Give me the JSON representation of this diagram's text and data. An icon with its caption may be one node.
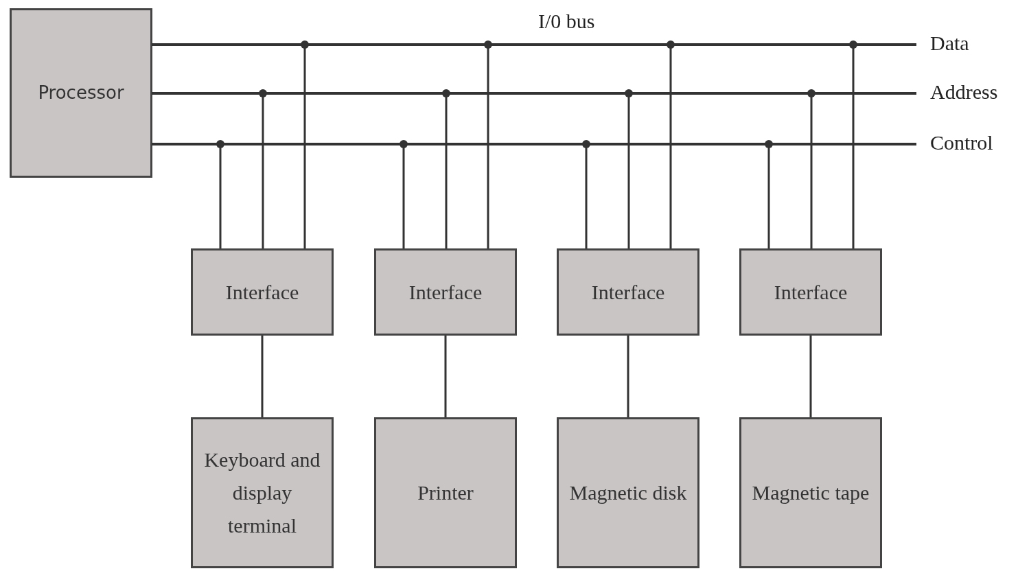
{
  "diagram": {
    "nodes": [
      {
        "text": [
          "Processor"
        ]
      },
      {
        "text": [],
        "shape": "bar",
        "beside": [
          "Data"
        ]
      },
      {
        "text": [],
        "shape": "bar",
        "beside": [
          "Address"
        ]
      },
      {
        "text": [],
        "shape": "bar",
        "beside": [
          "Control"
        ]
      },
      {
        "text": [
          "Interface"
        ]
      },
      {
        "text": [
          "Interface"
        ]
      },
      {
        "text": [
          "Interface"
        ]
      },
      {
        "text": [
          "Interface"
        ]
      },
      {
        "text": [
          "Keyboard and display terminal"
        ]
      },
      {
        "text": [
          "Printer"
        ]
      },
      {
        "text": [
          "Magnetic disk"
        ]
      },
      {
        "text": [
          "Magnetic tape"
        ]
      }
    ],
    "edges": [
      {
        "from": 4,
        "to": 3,
        "arrow": "other"
      },
      {
        "from": 4,
        "to": 2,
        "arrow": "other"
      },
      {
        "from": 4,
        "to": 1,
        "arrow": "other"
      },
      {
        "from": 5,
        "to": 3,
        "arrow": "other"
      },
      {
        "from": 5,
        "to": 2,
        "arrow": "other"
      },
      {
        "from": 5,
        "to": 1,
        "arrow": "other"
      },
      {
        "from": 6,
        "to": 3,
        "arrow": "other"
      },
      {
        "from": 6,
        "to": 2,
        "arrow": "other"
      },
      {
        "from": 6,
        "to": 1,
        "arrow": "other"
      },
      {
        "from": 7,
        "to": 3,
        "arrow": "other"
      },
      {
        "from": 7,
        "to": 2,
        "arrow": "other"
      },
      {
        "from": 7,
        "to": 1,
        "arrow": "other"
      },
      {
        "from": 4,
        "to": 8,
        "arrow": "none"
      },
      {
        "from": 5,
        "to": 9,
        "arrow": "none"
      },
      {
        "from": 6,
        "to": 10,
        "arrow": "none"
      },
      {
        "from": 7,
        "to": 11,
        "arrow": "none"
      }
    ],
    "labels": [
      "I/0 bus"
    ]
  }
}
